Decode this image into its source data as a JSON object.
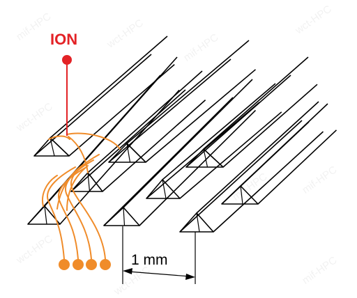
{
  "labels": {
    "ion": "ION",
    "dimension": "1 mm"
  },
  "watermark": {
    "text": "wct-HPC",
    "text_alt": "mif-HPC"
  },
  "colors": {
    "ion": "#e32226",
    "wires": "#f08c2a",
    "structure": "#000000",
    "background": "#ffffff"
  },
  "counts": {
    "output_contacts": 4
  }
}
